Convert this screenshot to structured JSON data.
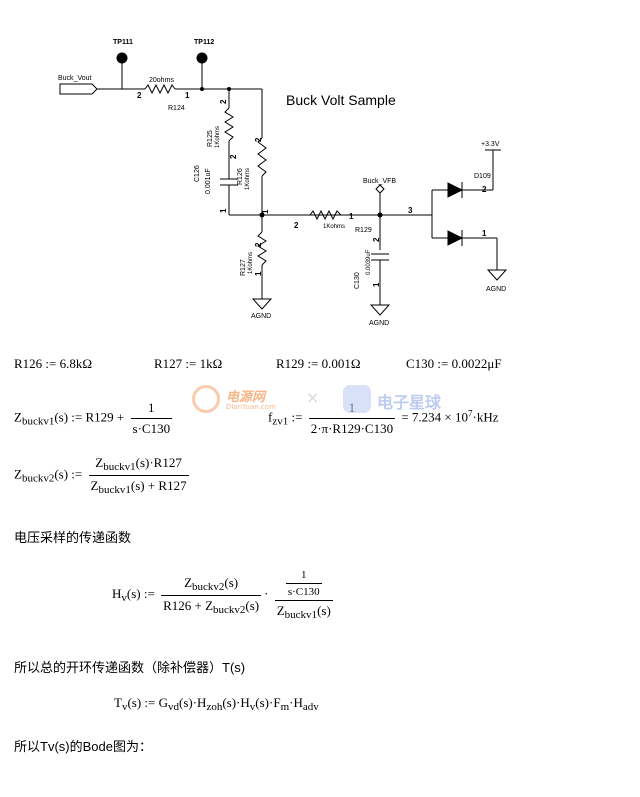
{
  "schematic": {
    "title": "Buck Volt Sample",
    "port_label": "Buck_Vout",
    "tp111": "TP111",
    "tp112": "TP112",
    "r124_value": "20ohms",
    "r124_ref": "R124",
    "r125_ref": "R125",
    "r125_value": "1Kohms",
    "r126_ref": "R126",
    "r126_value": "1Kohms",
    "c126_ref": "C126",
    "c126_value": "0.001uF",
    "r127_ref": "R127",
    "r127_value": "1Kohms",
    "r129_value": "1Kohms",
    "r129_ref": "R129",
    "c130_ref": "C130",
    "c130_value": "0.0039uF",
    "vfb_label": "Buck_VFB",
    "vcc_label": "+3.3V",
    "d109_ref": "D109",
    "agnd": "AGND",
    "pin1": "1",
    "pin2": "2",
    "pin3": "3"
  },
  "params": {
    "r126": "R126 := 6.8kΩ",
    "r127": "R127 := 1kΩ",
    "r129": "R129 := 0.001Ω",
    "c130": "C130 := 0.0022μF"
  },
  "eq1": {
    "lhs_base": "Z",
    "lhs_sub": "buckv1",
    "lhs_arg": "(s) := R129 +",
    "num": "1",
    "den": "s·C130"
  },
  "eq_fzv": {
    "lhs_base": "f",
    "lhs_sub": "zv1",
    "assign": ":=",
    "num": "1",
    "den": "2·π·R129·C130",
    "result": "= 7.234 × 10",
    "exp": "7",
    "unit": "·kHz"
  },
  "eq2": {
    "lhs": "Z",
    "lhs_sub": "buckv2",
    "assign": "(s) :=",
    "num_a": "Z",
    "num_a_sub": "buckv1",
    "num_rest": "(s)·R127",
    "den_a": "Z",
    "den_a_sub": "buckv1",
    "den_rest": "(s) + R127"
  },
  "text_sample_tf": "电压采样的传递函数",
  "eq3": {
    "lhs": "H",
    "lhs_sub": "v",
    "assign": "(s) :=",
    "f1_num_a": "Z",
    "f1_num_sub": "buckv2",
    "f1_num_rest": "(s)",
    "f1_den_a": "R126 + Z",
    "f1_den_sub": "buckv2",
    "f1_den_rest": "(s)",
    "dot": "·",
    "f2_num_top": "1",
    "f2_num_bot": "s·C130",
    "f2_den_a": "Z",
    "f2_den_sub": "buckv1",
    "f2_den_rest": "(s)"
  },
  "text_open_loop_cn": "所以总的开环传递函数（除补偿器）",
  "text_open_loop_sym": "T(s)",
  "eq4": {
    "lhs": "T",
    "lhs_sub": "v",
    "part1": "(s) := G",
    "sub1": "vd",
    "part2": "(s)·H",
    "sub2": "zoh",
    "part3": "(s)·H",
    "sub3": "v",
    "part4": "(s)·F",
    "sub4": "m",
    "part5": "·H",
    "sub5": "adv"
  },
  "text_bode_a": "所以",
  "text_bode_b": "Tv(s)",
  "text_bode_c": "的",
  "text_bode_d": "Bode",
  "text_bode_e": "图为：",
  "watermark": {
    "brand1": "电源网",
    "brand1_sub": "DianYuan.com",
    "cross": "×",
    "brand2": "电子星球"
  }
}
